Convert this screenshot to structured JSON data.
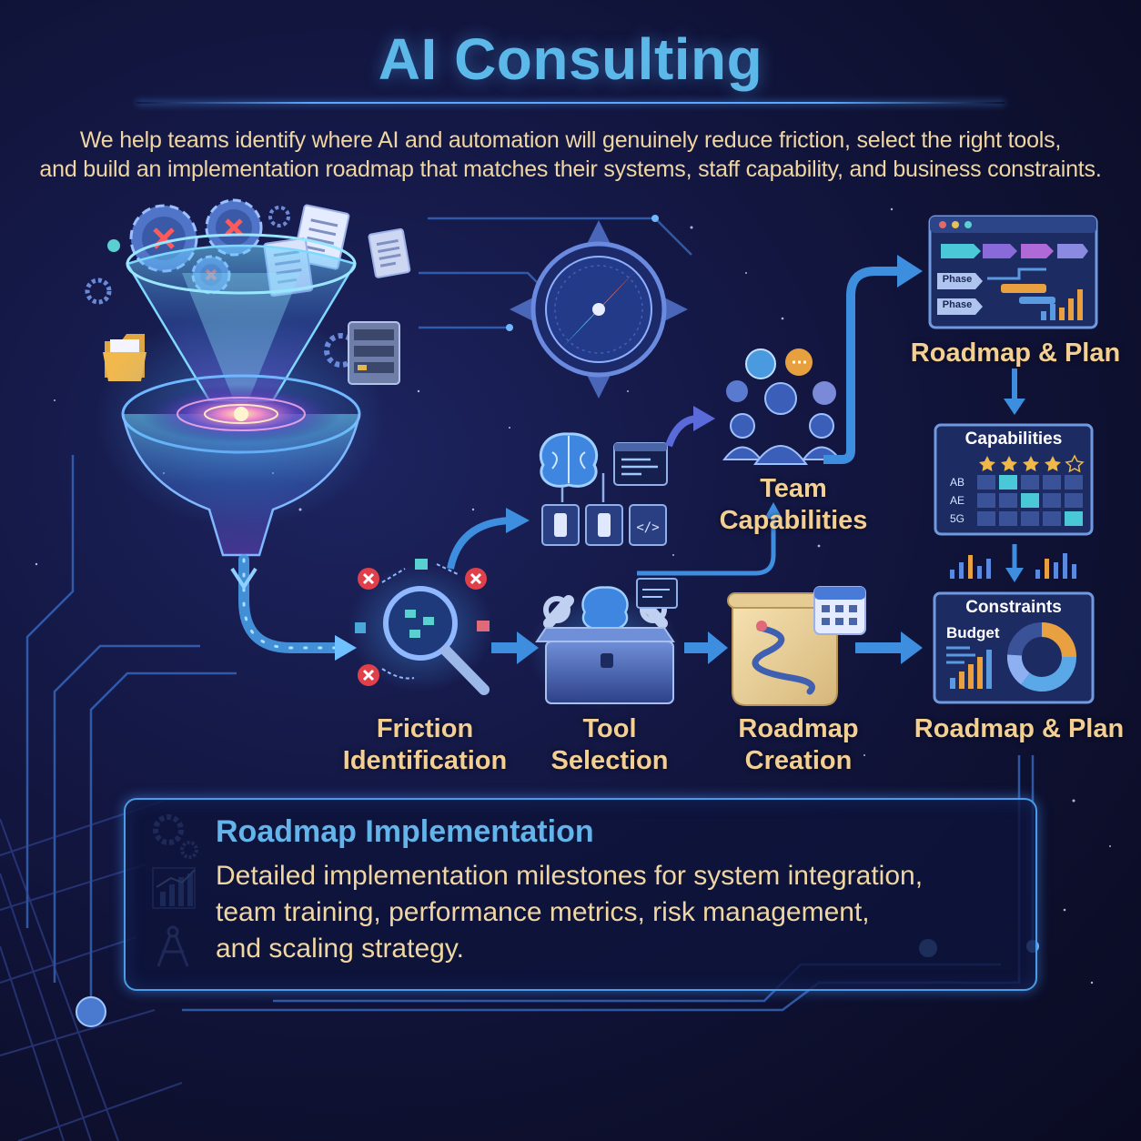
{
  "title": "AI Consulting",
  "intro": {
    "line1": "We help teams identify where AI and automation will genuinely reduce friction, select the right tools,",
    "line2": "and build an implementation roadmap that matches their systems, staff capability, and business constraints."
  },
  "steps": {
    "friction": [
      "Friction",
      "Identification"
    ],
    "tool": [
      "Tool",
      "Selection"
    ],
    "roadmap": [
      "Roadmap",
      "Creation"
    ],
    "plan_bottom": "Roadmap & Plan",
    "team": "Team Capabilities",
    "plan_top": "Roadmap & Plan"
  },
  "panels": {
    "roadmap_phases": [
      "Phase",
      "Phase"
    ],
    "capabilities_title": "Capabilities",
    "capabilities_rows": [
      "AB",
      "AE",
      "5G"
    ],
    "constraints_title": "Constraints",
    "constraints_sub": "Budget"
  },
  "implementation": {
    "title": "Roadmap Implementation",
    "line1": "Detailed implementation milestones for system integration,",
    "line2": "team training, performance metrics, risk management,",
    "line3": "and scaling strategy."
  },
  "icons": [
    "gear-icon",
    "document-icon",
    "folder-icon",
    "server-icon",
    "funnel-icon",
    "compass-icon",
    "brain-icon",
    "code-window-icon",
    "switch-icon",
    "team-icon",
    "chat-bubble-icon",
    "magnifier-icon",
    "toolbox-icon",
    "wrench-icon",
    "map-scroll-icon",
    "calendar-icon",
    "star-icon",
    "bar-chart-icon",
    "donut-chart-icon",
    "drafting-compass-icon",
    "error-icon"
  ],
  "colors": {
    "background": "#0e1030",
    "title": "#5cb8e8",
    "body_text": "#f0d6a2",
    "label_text": "#f3cf94",
    "flow_line": "#4aa3f0",
    "error_red": "#e0404a",
    "panel_border": "#5f8fd8"
  }
}
